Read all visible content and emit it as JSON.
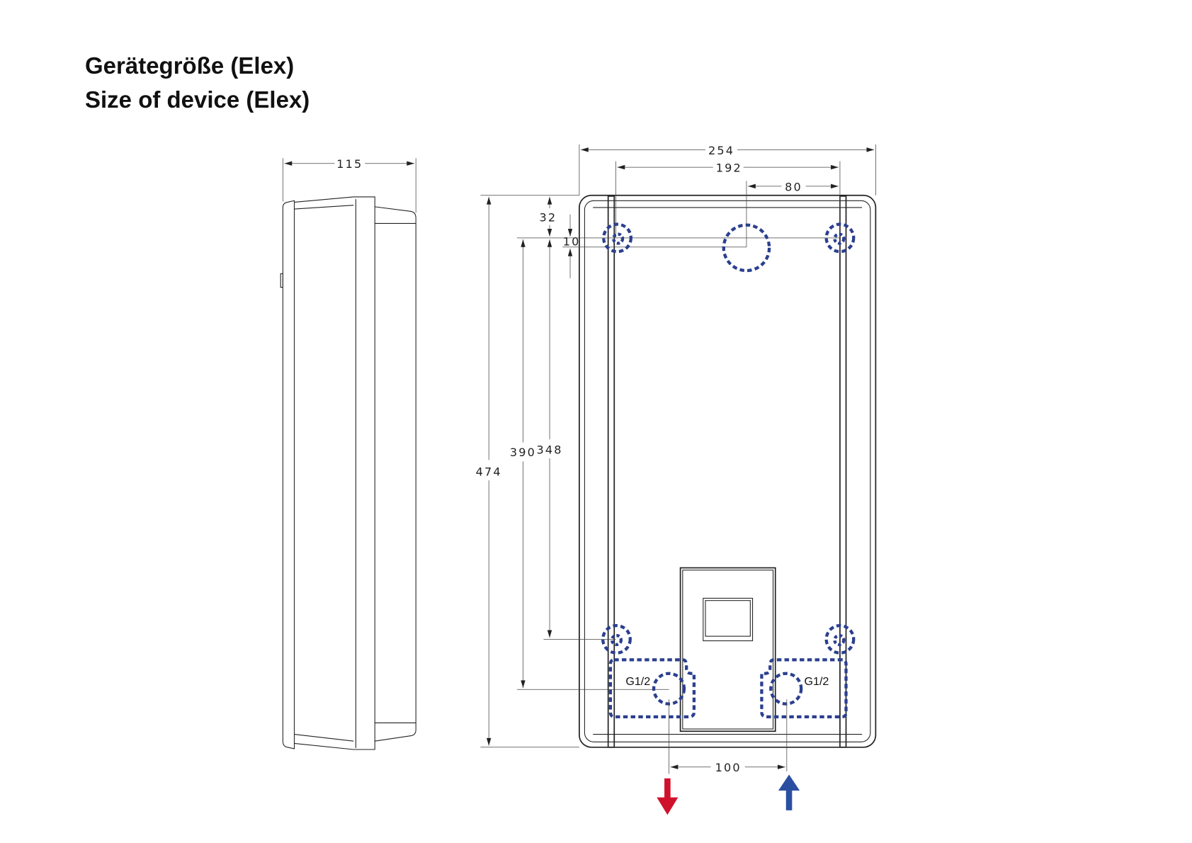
{
  "title": {
    "line1": "Gerätegröße (Elex)",
    "line2": "Size of device (Elex)"
  },
  "dimensions": {
    "side_depth": "115",
    "total_width": "254",
    "mount_spacing": "192",
    "center_hole_offset": "80",
    "total_height": "474",
    "connection_height": "390",
    "mount_vertical_spacing": "348",
    "top_offset": "32",
    "hole_offset": "10",
    "connection_spacing": "100"
  },
  "connections": {
    "left_label": "G1/2",
    "right_label": "G1/2"
  },
  "colors": {
    "outline": "#222222",
    "hidden_features": "#2b3f8f",
    "hot_water_out": "#d0112b",
    "cold_water_in": "#2b4fa0"
  }
}
